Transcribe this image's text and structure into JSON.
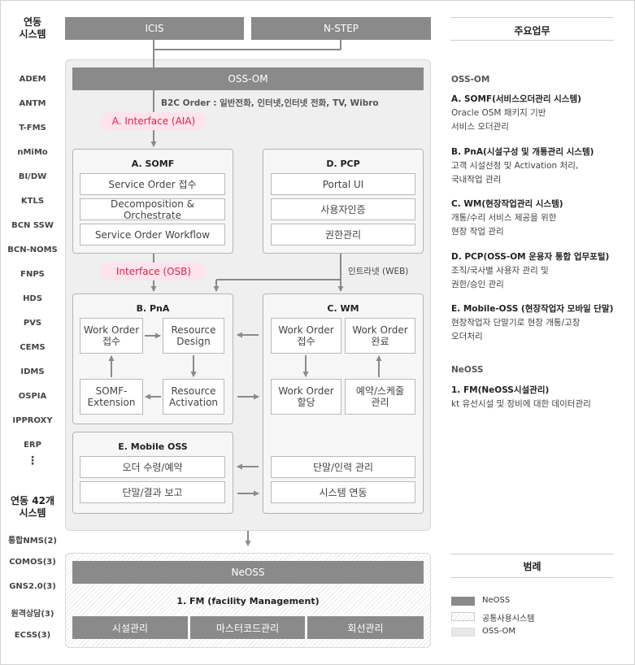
{
  "left_column": {
    "heading": "연동\n시스템",
    "systems": [
      "ADEM",
      "ANTM",
      "T-FMS",
      "nMiMo",
      "BI/DW",
      "KTLS",
      "BCN SSW",
      "BCN-NOMS",
      "FNPS",
      "HDS",
      "PVS",
      "CEMS",
      "IDMS",
      "OSPIA",
      "IPPROXY",
      "ERP"
    ],
    "ellipsis": "⋮",
    "heading2": "연동 42개\n시스템",
    "systems2": [
      "통합NMS(2)",
      "COMOS(3)",
      "GNS2.0(3)",
      "원격상담(3)",
      "ECSS(3)"
    ]
  },
  "top": {
    "icis": "ICIS",
    "nstep": "N-STEP"
  },
  "oss_om": {
    "title": "OSS-OM",
    "b2c": "B2C Order : 일반전화, 인터넷,인터넷 전화, TV, Wibro",
    "interface_aia": "A. Interface (AIA)",
    "interface_osb": "Interface (OSB)",
    "intranet": "인트라넷 (WEB)",
    "somf": {
      "title": "A. SOMF",
      "items": [
        "Service Order 접수",
        "Decomposition & Orchestrate",
        "Service Order Workflow"
      ]
    },
    "pcp": {
      "title": "D. PCP",
      "items": [
        "Portal UI",
        "사용자인증",
        "권한관리"
      ]
    },
    "pna": {
      "title": "B. PnA",
      "wo_receive": "Work Order\n접수",
      "resource_design": "Resource\nDesign",
      "somf_ext": "SOMF-\nExtension",
      "resource_activation": "Resource\nActivation"
    },
    "wm": {
      "title": "C. WM",
      "wo_receive": "Work Order\n접수",
      "wo_complete": "Work Order\n완료",
      "wo_assign": "Work Order\n할당",
      "reservation": "예약/스케줄\n관리",
      "device_mgmt": "단말/인력 관리",
      "sys_link": "시스템 연동"
    },
    "mobile": {
      "title": "E. Mobile OSS",
      "items": [
        "오더 수령/예약",
        "단말/결과 보고"
      ]
    }
  },
  "neoss": {
    "title": "NeOSS",
    "fm": "1. FM (facility Management)",
    "items": [
      "시설관리",
      "마스터코드관리",
      "회선관리"
    ]
  },
  "right_column": {
    "heading": "주요업무",
    "oss_title": "OSS-OM",
    "sections": [
      {
        "title": "A. SOMF(서비스오더관리 시스템)",
        "lines": [
          "Oracle OSM 패키지 기반",
          "서비스 오더관리"
        ]
      },
      {
        "title": "B. PnA(시설구성 및 개통관리 시스템)",
        "lines": [
          "고객 시설선정 및 Activation 처리,",
          "국내작업 관리"
        ]
      },
      {
        "title": "C. WM(현장작업관리 시스템)",
        "lines": [
          "개통/수리 서비스 제공을 위한",
          "현장 작업 관리"
        ]
      },
      {
        "title": "D. PCP(OSS-OM 운용자 통합 업무포털)",
        "lines": [
          "조직/국사별 사용자 관리 및",
          "권한/승인 관리"
        ]
      },
      {
        "title": "E. Mobile-OSS (현장작업자 모바일 단말)",
        "lines": [
          "현장작업자 단말기로 현장 개통/고장",
          "오더처리"
        ]
      }
    ],
    "neoss_title": "NeOSS",
    "neoss_section": {
      "title": "1. FM(NeOSS시설관리)",
      "lines": [
        "kt 유선시설 및 장비에 대한 데이터관리"
      ]
    },
    "legend_heading": "범례",
    "legend": [
      "NeOSS",
      "공통사용시스템",
      "OSS-OM"
    ]
  },
  "colors": {
    "dark": "#8a8a8a",
    "panel": "#efefef",
    "accent": "#e3214f",
    "pill": "#fde4ec"
  }
}
